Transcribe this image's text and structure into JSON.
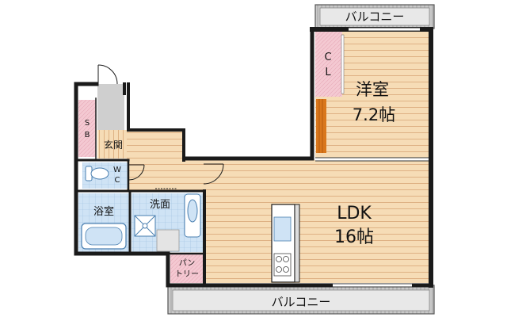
{
  "rooms": {
    "balcony_top": "バルコニー",
    "balcony_bottom": "バルコニー",
    "closet_1": "C",
    "closet_2": "L",
    "western_room": "洋室",
    "western_room_size": "7.2帖",
    "ldk": "LDK",
    "ldk_size": "16帖",
    "shoe_box_1": "S",
    "shoe_box_2": "B",
    "entrance": "玄関",
    "toilet_1": "W",
    "toilet_2": "C",
    "bathroom": "浴室",
    "washroom": "洗面",
    "pantry_1": "パン",
    "pantry_2": "トリー"
  },
  "colors": {
    "wall": "#1a1a1a",
    "wood_floor": "#f6dcb6",
    "wood_line": "#d9a777",
    "tile": "#cfe3f5",
    "balcony": "#c9c9c9",
    "closet": "#f4c9d2",
    "entrance_floor": "#cfcfcf",
    "accent_wood": "#d9771c"
  }
}
